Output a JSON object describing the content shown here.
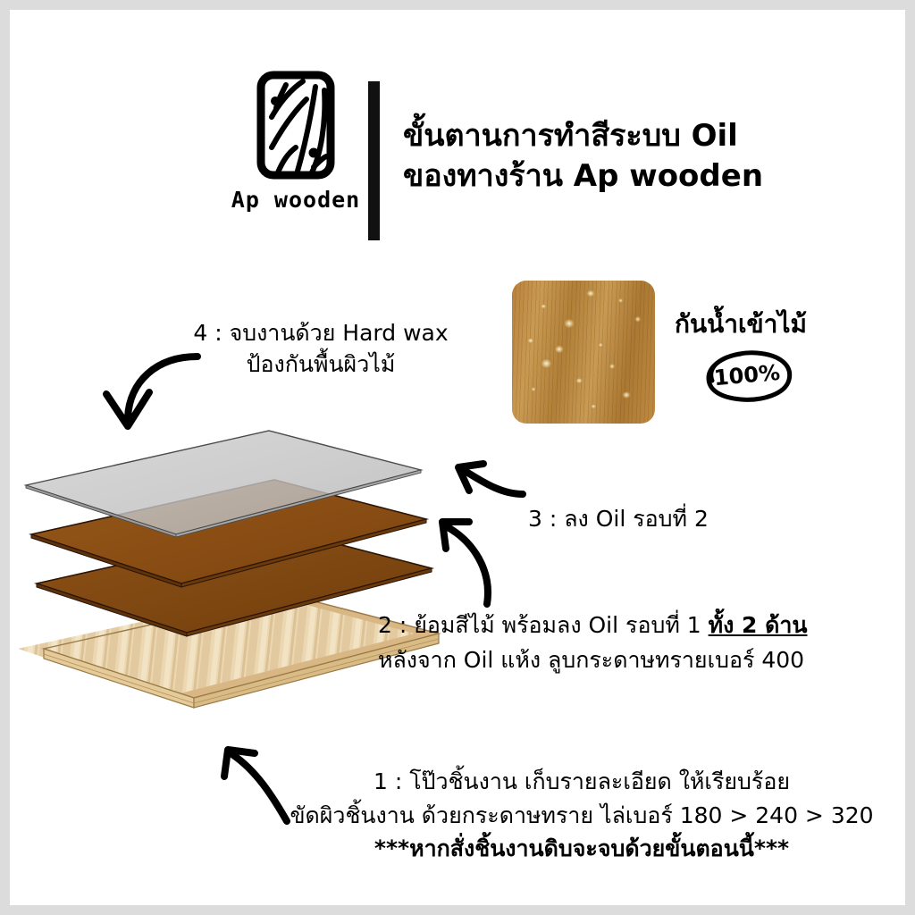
{
  "brand": {
    "logo_icon": "wood-grain-icon",
    "name": "Ap  wooden"
  },
  "header": {
    "title_line1": "ขั้นตานการทำสีระบบ Oil",
    "title_line2": "ของทางร้าน Ap wooden"
  },
  "waterproof": {
    "swatch_icon": "water-droplets-on-wood-swatch",
    "label": "กันน้ำเข้าไม้",
    "percent": "100%"
  },
  "diagram": {
    "layers": [
      {
        "name": "hard-wax-layer",
        "color": "#c3c3c3"
      },
      {
        "name": "oil-coat-2-layer",
        "color": "#8b4f14"
      },
      {
        "name": "oil-coat-1-layer",
        "color": "#7a4410"
      },
      {
        "name": "raw-wood-board",
        "color": "#e8d2a8"
      }
    ]
  },
  "steps": {
    "step4": {
      "line1": "4 : จบงานด้วย Hard wax",
      "line2": "ป้องกันพื้นผิวไม้"
    },
    "step3": {
      "line1": "3 : ลง Oil รอบที่ 2"
    },
    "step2": {
      "line1_a": "2 : ย้อมสีไม้ พร้อมลง Oil รอบที่ 1 ",
      "line1_b": "ทั้ง 2 ด้าน",
      "line2": "หลังจาก Oil แห้ง ลูบกระดาษทรายเบอร์ 400"
    },
    "step1": {
      "line1": "1 : โป๊วชิ้นงาน เก็บรายละเอียด ให้เรียบร้อย",
      "line2": "ขัดผิวชิ้นงาน ด้วยกระดาษทราย ไล่เบอร์ 180 > 240 > 320",
      "line3": "***หากสั่งชิ้นงานดิบจะจบด้วยขั้นตอนนี้***"
    }
  }
}
